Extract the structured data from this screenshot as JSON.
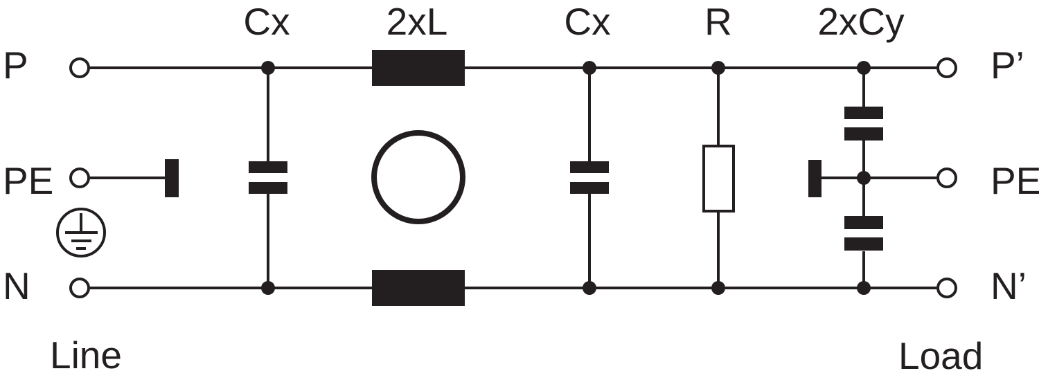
{
  "colors": {
    "ink": "#231f20",
    "paper": "#ffffff"
  },
  "schematic": {
    "kind": "emi-line-filter-circuit",
    "component_labels": [
      {
        "id": "cx-input",
        "label": "Cx"
      },
      {
        "id": "choke",
        "label": "2xL"
      },
      {
        "id": "cx-output",
        "label": "Cx"
      },
      {
        "id": "resistor",
        "label": "R"
      },
      {
        "id": "cy-pair",
        "label": "2xCy"
      }
    ],
    "left_terminals": [
      {
        "id": "p",
        "label": "P"
      },
      {
        "id": "pe",
        "label": "PE"
      },
      {
        "id": "n",
        "label": "N"
      }
    ],
    "right_terminals": [
      {
        "id": "p-prime",
        "label": "P’"
      },
      {
        "id": "pe-prime",
        "label": "PE"
      },
      {
        "id": "n-prime",
        "label": "N’"
      }
    ],
    "captions": {
      "left": "Line",
      "right": "Load"
    }
  }
}
